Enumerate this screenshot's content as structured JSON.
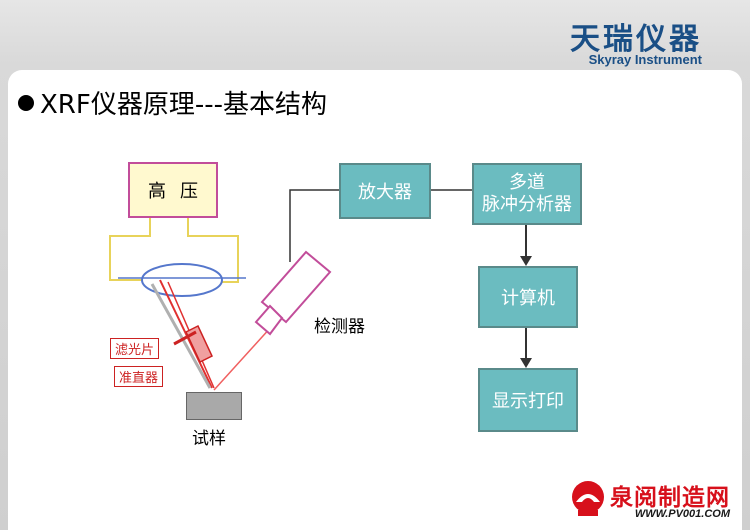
{
  "brand": {
    "name_cn": "天瑞仪器",
    "name_en": "Skyray Instrument"
  },
  "title": "XRF仪器原理---基本结构",
  "diagram": {
    "high_voltage": "高压",
    "amplifier": "放大器",
    "mca_line1": "多道",
    "mca_line2": "脉冲分析器",
    "computer": "计算机",
    "display_print": "显示打印",
    "detector": "检测器",
    "filter": "滤光片",
    "collimator": "准直器",
    "sample": "试样"
  },
  "watermark": {
    "text_cn": "泉阅制造网",
    "url": "WWW.PV001.COM"
  },
  "colors": {
    "box_fill": "#6bbcc0",
    "brand": "#1a4f86",
    "beam": "#e03030",
    "watermark": "#d7101b"
  }
}
